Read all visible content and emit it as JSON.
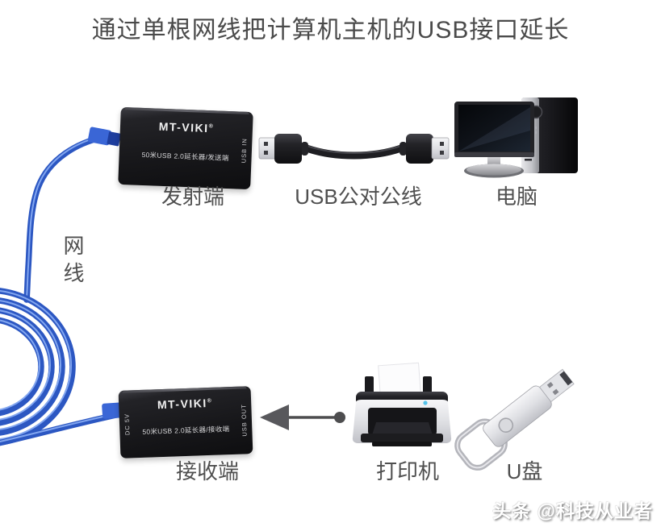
{
  "title": "通过单根网线把计算机主机的USB接口延长",
  "transmitter": {
    "brand": "MT-VIKI",
    "reg_mark": "®",
    "model": "50米USB 2.0延长器/发送端",
    "port_label": "USB IN",
    "caption": "发射端"
  },
  "receiver": {
    "brand": "MT-VIKI",
    "reg_mark": "®",
    "model": "50米USB 2.0延长器/接收端",
    "port_label": "USB OUT",
    "power_label": "DC 5V",
    "caption": "接收端"
  },
  "captions": {
    "usb_cable": "USB公对公线",
    "computer": "电脑",
    "network_cable": "网线",
    "printer": "打印机",
    "usb_drive": "U盘"
  },
  "watermark": "头条 @科技从业者",
  "colors": {
    "cable_blue": "#2c57c2",
    "cable_blue_highlight": "#82a6f0",
    "connector_blue": "#3a66d6",
    "device_black": "#17171a",
    "arrow_gray": "#55555a",
    "text_gray": "#4f4f4f"
  }
}
